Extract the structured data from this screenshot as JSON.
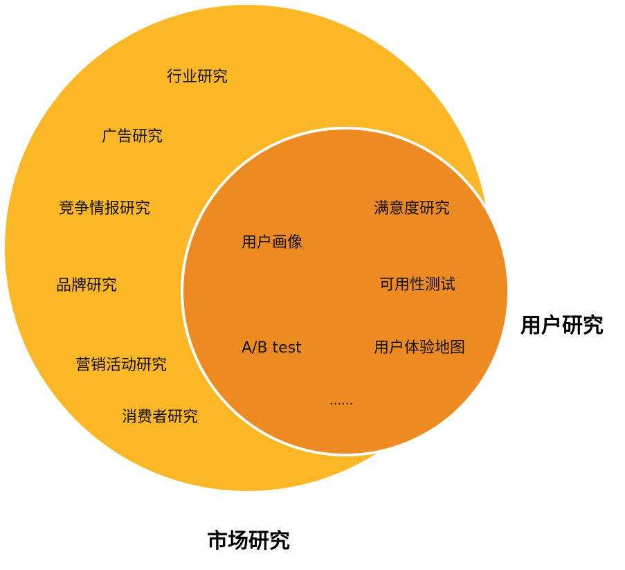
{
  "colors": {
    "market": "#FBB725",
    "user": "#EE8A22"
  },
  "market_research": {
    "title": "市场研究",
    "items": [
      "行业研究",
      "广告研究",
      "竞争情报研究",
      "品牌研究",
      "营销活动研究",
      "消费者研究"
    ]
  },
  "user_research": {
    "title": "用户研究",
    "items": [
      "满意度研究",
      "用户画像",
      "可用性测试",
      "A/B test",
      "用户体验地图",
      "......"
    ]
  }
}
